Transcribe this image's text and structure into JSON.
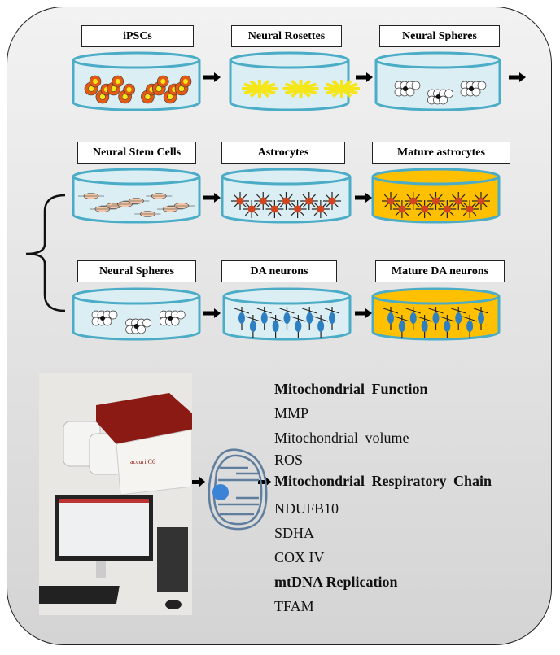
{
  "rows": [
    {
      "labels": [
        "iPSCs",
        "Neural Rosettes",
        "Neural Spheres"
      ],
      "cells": [
        "ipsc",
        "rosette",
        "sphere"
      ]
    },
    {
      "labels": [
        "Neural Stem Cells",
        "Astrocytes",
        "Mature astrocytes"
      ],
      "cells": [
        "nsc",
        "astro",
        "astro"
      ]
    },
    {
      "labels": [
        "Neural Spheres",
        "DA neurons",
        "Mature DA neurons"
      ],
      "cells": [
        "sphere",
        "da",
        "da"
      ]
    }
  ],
  "instrument_logo": "accuri C6",
  "colors": {
    "dish_outline": "#4aacc6",
    "dish_fill": "#dbeef3",
    "mature_fill": "#ffc000",
    "ipsc": "#e25a14",
    "rosette": "#f5e61a",
    "astrocyte": "#d2451e",
    "da_neuron": "#2e7fc2",
    "mito": "#5f7d9c",
    "mito_dot": "#3a83d6"
  },
  "readouts": {
    "h1": "Mitochondrial Function",
    "mmp": "MMP",
    "vol": "Mitochondrial volume",
    "ros": "ROS",
    "h2": "Mitochondrial Respiratory Chain",
    "ndufb10": "NDUFB10",
    "sdha": "SDHA",
    "cox": "COX IV",
    "h3": "mtDNA Replication",
    "tfam": "TFAM"
  }
}
